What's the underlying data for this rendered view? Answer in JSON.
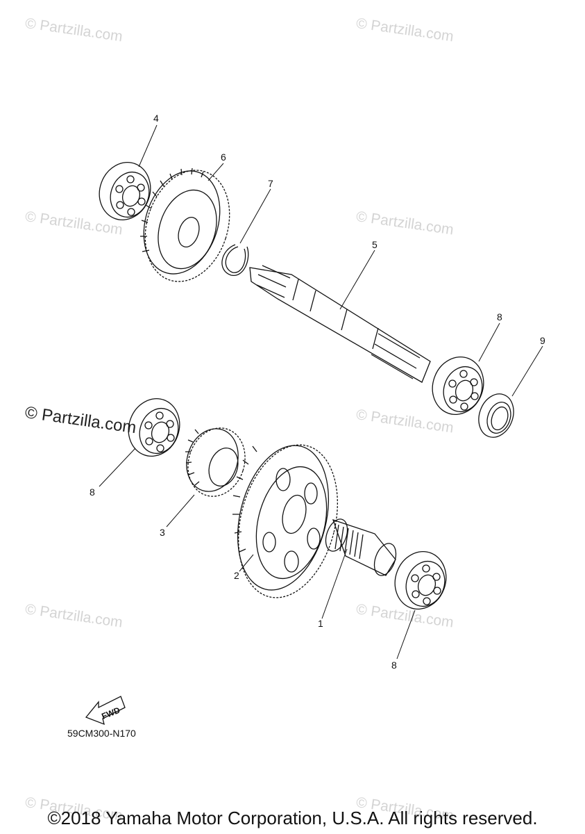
{
  "watermark": {
    "small": "© Partzilla.com",
    "main": "© Partzilla.com"
  },
  "callouts": {
    "c1": "1",
    "c2": "2",
    "c3": "3",
    "c4": "4",
    "c5": "5",
    "c6": "6",
    "c7": "7",
    "c8a": "8",
    "c8b": "8",
    "c8c": "8",
    "c9": "9"
  },
  "fwd_label": "FWD",
  "diagram_code": "59CM300-N170",
  "copyright": "©2018 Yamaha Motor Corporation, U.S.A. All rights reserved."
}
